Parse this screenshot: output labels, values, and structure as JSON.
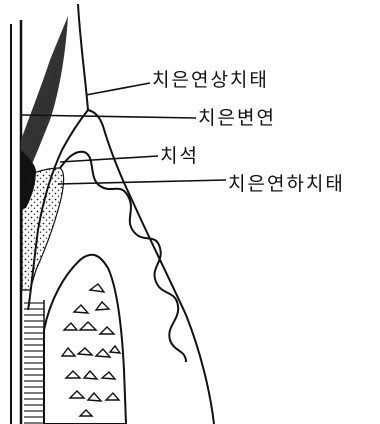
{
  "labels": {
    "supragingival_plaque": "치은연상치태",
    "gingival_margin": "치은변연",
    "calculus": "치석",
    "subgingival_plaque": "치은연하치태"
  }
}
